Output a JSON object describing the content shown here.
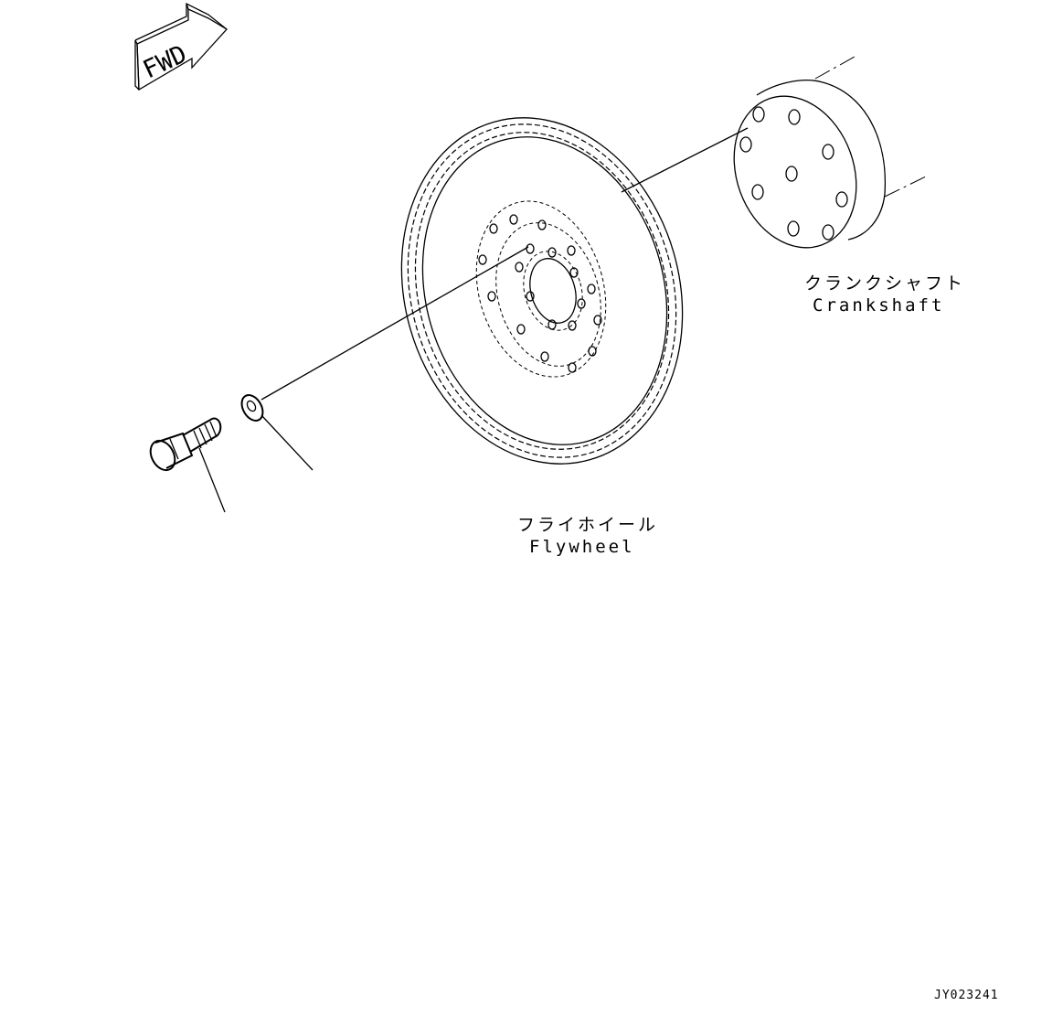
{
  "direction_marker": {
    "text": "FWD",
    "icon": "forward-arrow-icon"
  },
  "parts": {
    "crankshaft": {
      "label_jp": "クランクシャフト",
      "label_en": "Crankshaft"
    },
    "flywheel": {
      "label_jp": "フライホイール",
      "label_en": "Flywheel"
    },
    "bolt": {
      "icon": "bolt-icon"
    },
    "washer": {
      "icon": "washer-icon"
    }
  },
  "drawing_code": "JY023241",
  "colors": {
    "line": "#000000",
    "background": "#ffffff"
  }
}
